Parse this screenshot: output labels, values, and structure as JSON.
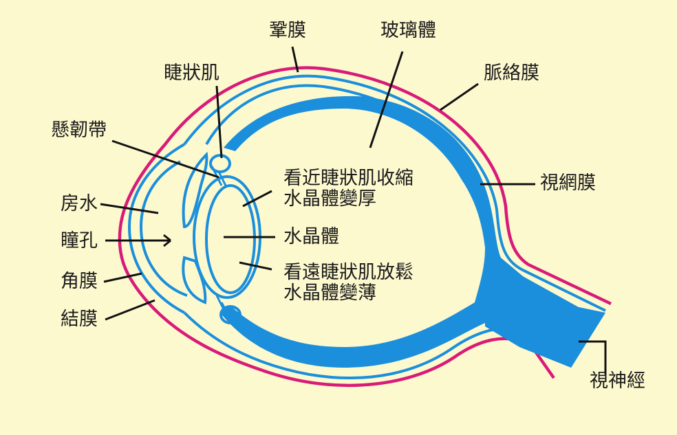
{
  "colors": {
    "background": "#fdf9cf",
    "conjunctiva_sclera": "#d81b78",
    "eye_blue": "#1b8fdb",
    "leader_line": "#111111",
    "text": "#1a1a1a"
  },
  "labels": {
    "sclera": "鞏膜",
    "vitreous": "玻璃體",
    "ciliary_muscle": "睫狀肌",
    "choroid": "脈絡膜",
    "zonule": "懸韌帶",
    "near_line1": "看近睫狀肌收縮",
    "near_line2": "水晶體變厚",
    "retina": "視網膜",
    "aqueous": "房水",
    "pupil": "瞳孔",
    "lens": "水晶體",
    "cornea": "角膜",
    "far_line1": "看遠睫狀肌放鬆",
    "far_line2": "水晶體變薄",
    "conjunctiva": "結膜",
    "optic_nerve": "視神經"
  }
}
